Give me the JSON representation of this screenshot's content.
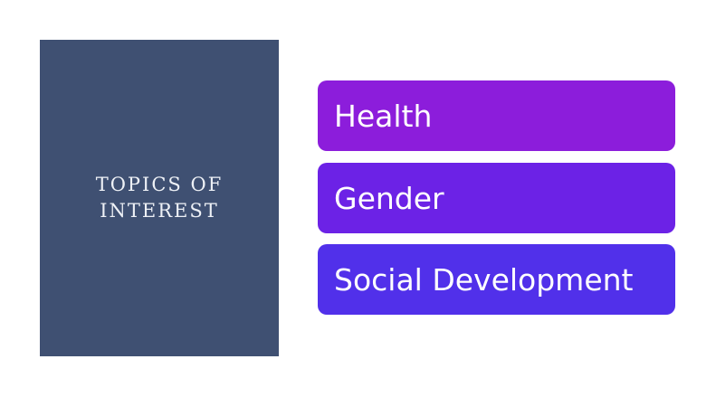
{
  "title": {
    "text": "TOPICS OF\nINTEREST",
    "background": "#3f5072"
  },
  "topics": [
    {
      "label": "Health",
      "color": "#8c1ddb"
    },
    {
      "label": "Gender",
      "color": "#6c22e6"
    },
    {
      "label": "Social Development",
      "color": "#5130ea"
    }
  ]
}
